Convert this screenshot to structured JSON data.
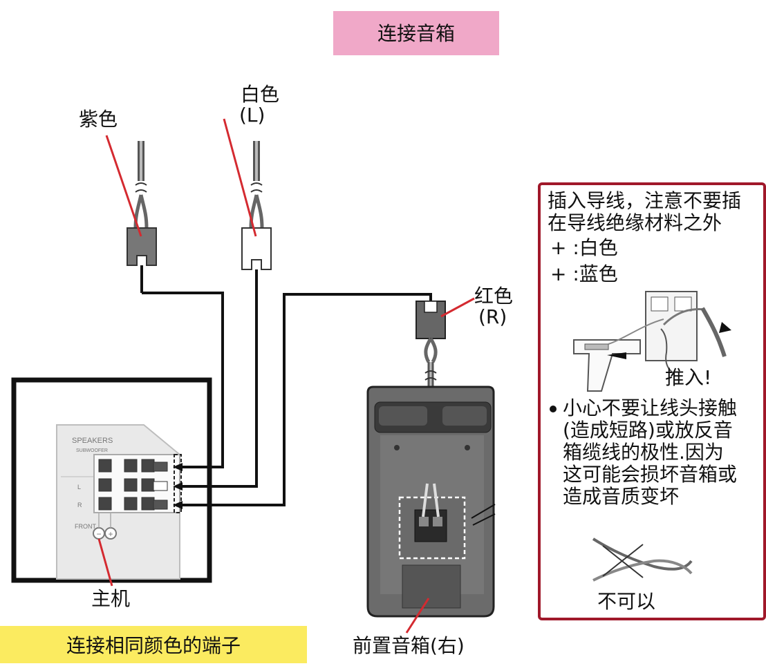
{
  "title": "连接音箱",
  "footer": "连接相同颜色的端子",
  "labels": {
    "purple": "紫色",
    "white": "白色",
    "white_channel": "(L)",
    "red": "红色",
    "red_channel": "(R)",
    "main_unit": "主机",
    "front_speaker": "前置音箱(右)"
  },
  "panel": {
    "heading": "SPEAKERS",
    "subheading": "SUBWOOFER",
    "row_l": "L",
    "row_r": "R",
    "front": "FRONT",
    "minus": "−",
    "plus": "+"
  },
  "note": {
    "line1": "插入导线，注意不要插",
    "line2": "在导线绝缘材料之外",
    "plus_white": "+ :白色",
    "minus_blue": "+ :蓝色",
    "push_in": "推入!",
    "warning": [
      "小心不要让线头接触",
      "(造成短路)或放反音",
      "箱缆线的极性.因为",
      "这可能会损坏音箱或",
      "造成音质变坏"
    ],
    "not_allowed": "不可以"
  },
  "colors": {
    "title_bg": "#f0a8c8",
    "footer_bg": "#fbeb60",
    "frame_red": "#a0182a",
    "pointer_red": "#d42a30",
    "purple_plug": "#777777",
    "red_plug": "#666666",
    "speaker_body": "#6b6b6b"
  }
}
